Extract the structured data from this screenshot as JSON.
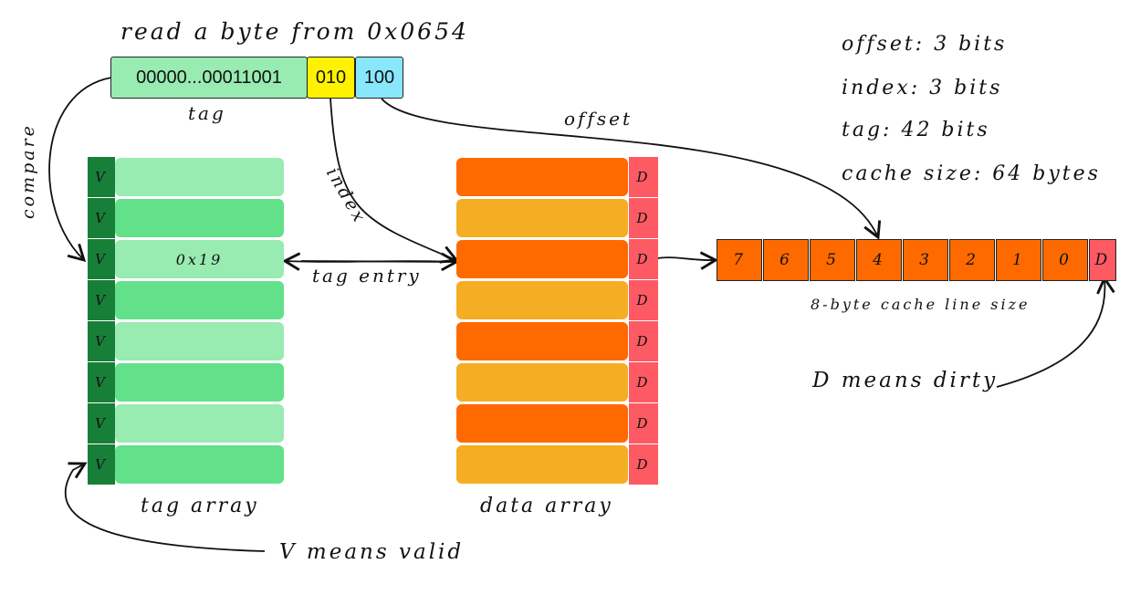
{
  "title": "read a byte from 0x0654",
  "address": {
    "tag_bits": "00000...00011001",
    "index_bits": "010",
    "offset_bits": "100",
    "tag_label": "tag"
  },
  "info": {
    "offset": "offset: 3 bits",
    "index": "index: 3 bits",
    "tag": "tag: 42 bits",
    "cache_size": "cache size: 64 bytes"
  },
  "arrows": {
    "compare": "compare",
    "index": "index",
    "offset": "offset",
    "tag_entry": "tag entry"
  },
  "tag_array": {
    "label": "tag array",
    "rows": [
      {
        "valid": "V",
        "value": ""
      },
      {
        "valid": "V",
        "value": ""
      },
      {
        "valid": "V",
        "value": "0x19"
      },
      {
        "valid": "V",
        "value": ""
      },
      {
        "valid": "V",
        "value": ""
      },
      {
        "valid": "V",
        "value": ""
      },
      {
        "valid": "V",
        "value": ""
      },
      {
        "valid": "V",
        "value": ""
      }
    ]
  },
  "data_array": {
    "label": "data array",
    "rows": [
      {
        "dirty": "D"
      },
      {
        "dirty": "D"
      },
      {
        "dirty": "D"
      },
      {
        "dirty": "D"
      },
      {
        "dirty": "D"
      },
      {
        "dirty": "D"
      },
      {
        "dirty": "D"
      },
      {
        "dirty": "D"
      }
    ]
  },
  "cache_line": {
    "bytes": [
      "7",
      "6",
      "5",
      "4",
      "3",
      "2",
      "1",
      "0"
    ],
    "dirty": "D",
    "label": "8-byte cache line size"
  },
  "notes": {
    "valid": "V means valid",
    "dirty": "D means dirty"
  },
  "colors": {
    "tag_light": "#98ebb1",
    "tag_dark": "#63e18a",
    "valid": "#177f38",
    "data_orange": "#fe6a00",
    "data_amber": "#f5ad24",
    "dirty": "#fd5a63",
    "index_yellow": "#fef200",
    "offset_cyan": "#88e7fb"
  }
}
